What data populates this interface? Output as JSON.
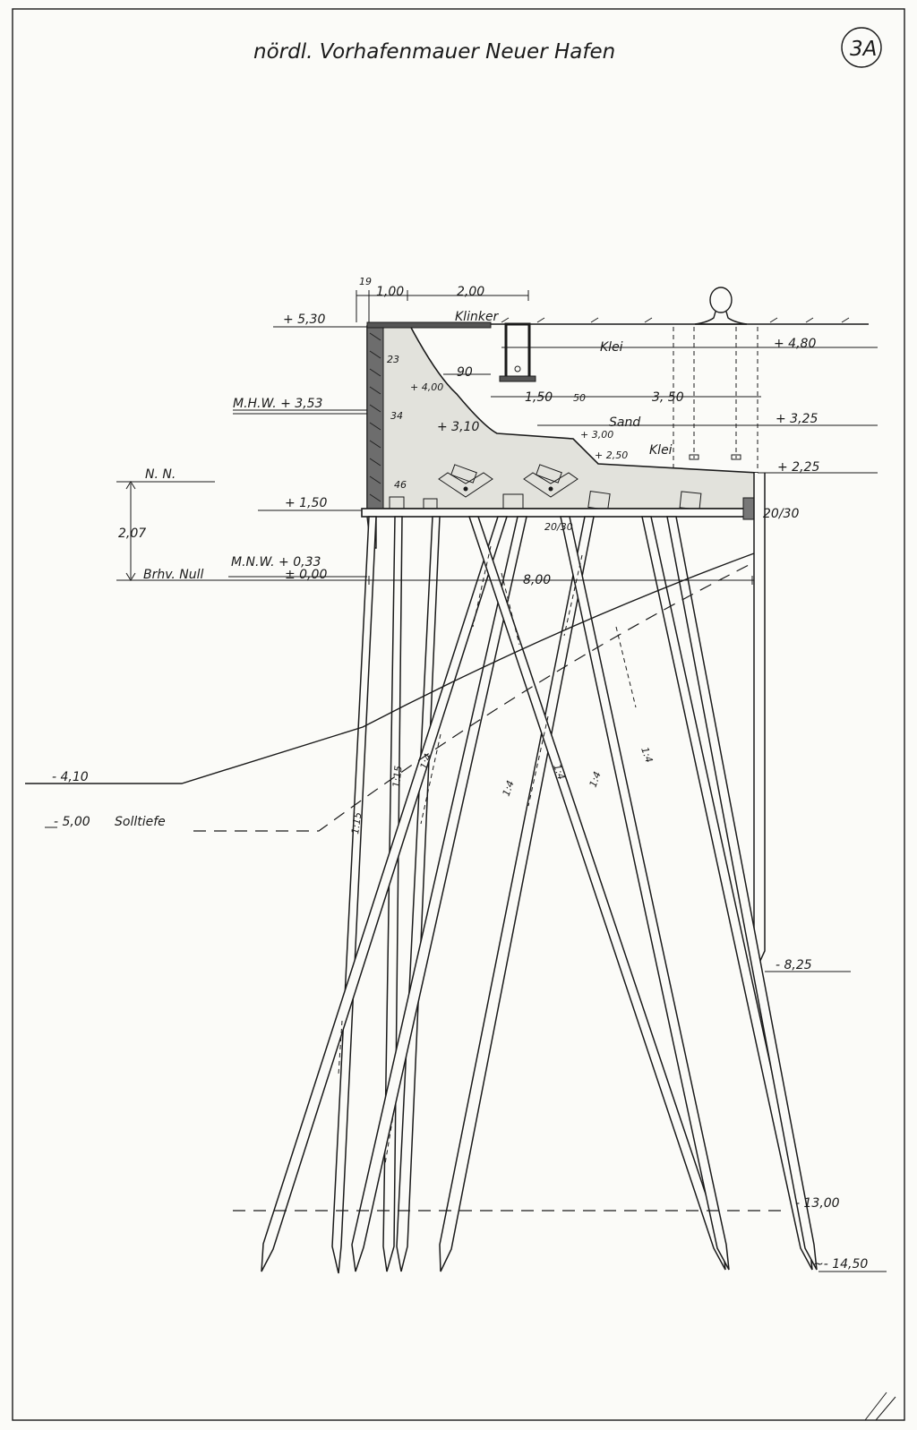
{
  "title": "nördl. Vorhafenmauer Neuer Hafen",
  "sheet_number": "3A",
  "dimensions": {
    "d19": "19",
    "d100": "1,00",
    "d200": "2,00",
    "d90": "90",
    "d150": "1,50",
    "d50": "50",
    "d350": "3, 50",
    "d800": "8,00",
    "d207": "2,07",
    "beam": "20/30",
    "beam_right": "20/30"
  },
  "levels": {
    "l530": "+ 5,30",
    "mhw": "M.H.W. + 3,53",
    "nn": "N. N.",
    "l150": "+ 1,50",
    "mnw": "M.N.W. + 0,33",
    "null_value": "± 0,00",
    "brhv_null": "Brhv. Null",
    "l480": "+ 4,80",
    "l325": "+ 3,25",
    "l225": "+ 2,25",
    "l400": "+ 4,00",
    "l310": "+ 3,10",
    "l300": "+ 3,00",
    "l250": "+ 2,50",
    "m410": "- 4,10",
    "m500": "- 5,00",
    "solltiefe": "Solltiefe",
    "m825": "- 8,25",
    "m1300": "- 13,00",
    "m1450": "~- 14,50"
  },
  "materials": {
    "klinker": "Klinker",
    "klei_top": "Klei",
    "sand": "Sand",
    "klei_mid": "Klei"
  },
  "wall_thickness": {
    "t23": "23",
    "t34": "34",
    "t46": "46"
  },
  "pile_slopes": {
    "s1": "1:15",
    "s2": "1:15",
    "s3": "1:4",
    "s4": "1:4",
    "s5": "1:4",
    "s6": "1:4",
    "s7": "1:4"
  }
}
